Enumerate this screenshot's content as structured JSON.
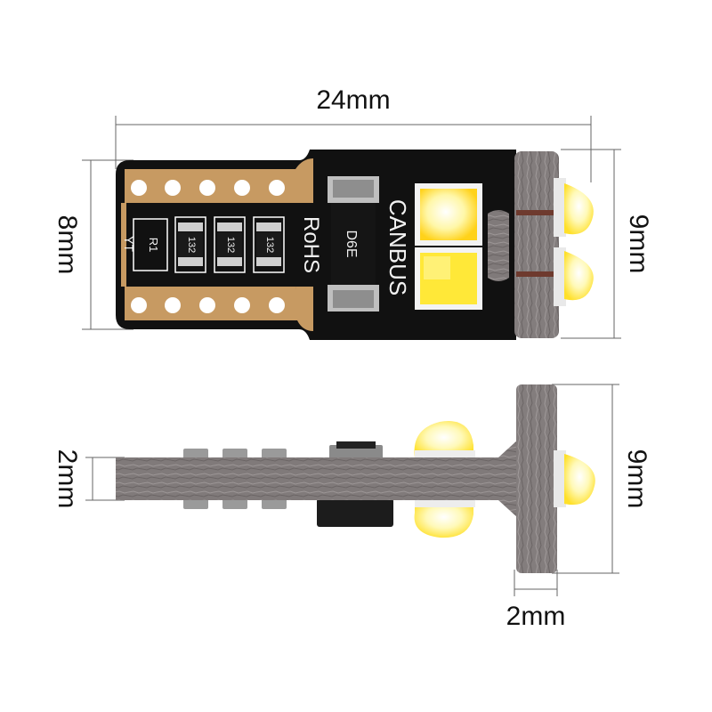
{
  "dimensions": {
    "total_length": "24mm",
    "pcb_height": "8mm",
    "head_height_top": "9mm",
    "stem_thickness": "2mm",
    "head_height_side": "9mm",
    "head_thickness": "2mm"
  },
  "pcb_markings": {
    "brand_line1": "CANBUS",
    "brand_line2": "RoHS",
    "resistor_main": "D6E",
    "r1_label": "R1",
    "resistor_1": "132",
    "resistor_2": "132",
    "resistor_3": "132",
    "corner_mark": "YT"
  },
  "colors": {
    "pcb_body": "#111111",
    "pcb_pads": "#c79a62",
    "led_chip": "#ffe838",
    "housing_gray": "#7f7878",
    "dimension_line": "#666666"
  }
}
